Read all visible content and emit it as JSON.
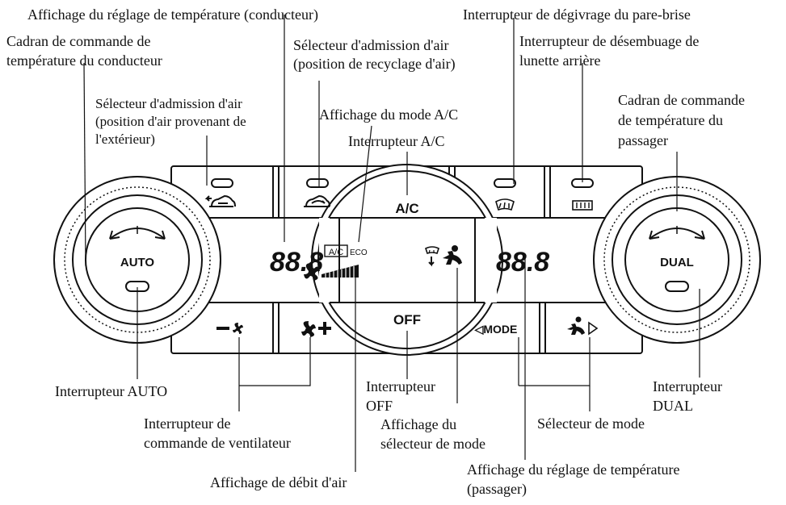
{
  "labels": {
    "driver_temp_display": "Affichage du réglage de température (conducteur)",
    "windshield_defrost_switch": "Interrupteur de dégivrage du pare-brise",
    "driver_temp_dial_l1": "Cadran de commande de",
    "driver_temp_dial_l2": "température du conducteur",
    "recirc_selector_l1": "Sélecteur d'admission d'air",
    "recirc_selector_l2": "(position de recyclage d'air)",
    "rear_defog_switch_l1": "Interrupteur de désembuage de",
    "rear_defog_switch_l2": "lunette arrière",
    "outside_air_selector_l1": "Sélecteur d'admission d'air",
    "outside_air_selector_l2": "(position d'air provenant de",
    "outside_air_selector_l3": "l'extérieur)",
    "ac_mode_display": "Affichage du mode A/C",
    "ac_switch": "Interrupteur A/C",
    "passenger_temp_dial_l1": "Cadran de commande",
    "passenger_temp_dial_l2": "de température du",
    "passenger_temp_dial_l3": "passager",
    "auto_switch": "Interrupteur AUTO",
    "off_switch_l1": "Interrupteur",
    "off_switch_l2": "OFF",
    "dual_switch_l1": "Interrupteur",
    "dual_switch_l2": "DUAL",
    "fan_switch_l1": "Interrupteur de",
    "fan_switch_l2": "commande de ventilateur",
    "mode_display_l1": "Affichage du",
    "mode_display_l2": "sélecteur de mode",
    "mode_selector": "Sélecteur de mode",
    "passenger_temp_display_l1": "Affichage du réglage de température",
    "passenger_temp_display_l2": "(passager)",
    "airflow_display": "Affichage de débit d'air"
  },
  "panel": {
    "auto_label": "AUTO",
    "dual_label": "DUAL",
    "ac_label": "A/C",
    "off_label": "OFF",
    "mode_label": "◁MODE",
    "driver_temp_value": "88.8",
    "passenger_temp_value": "88.8",
    "ac_indicator": "A/C",
    "eco_indicator": "ECO"
  }
}
